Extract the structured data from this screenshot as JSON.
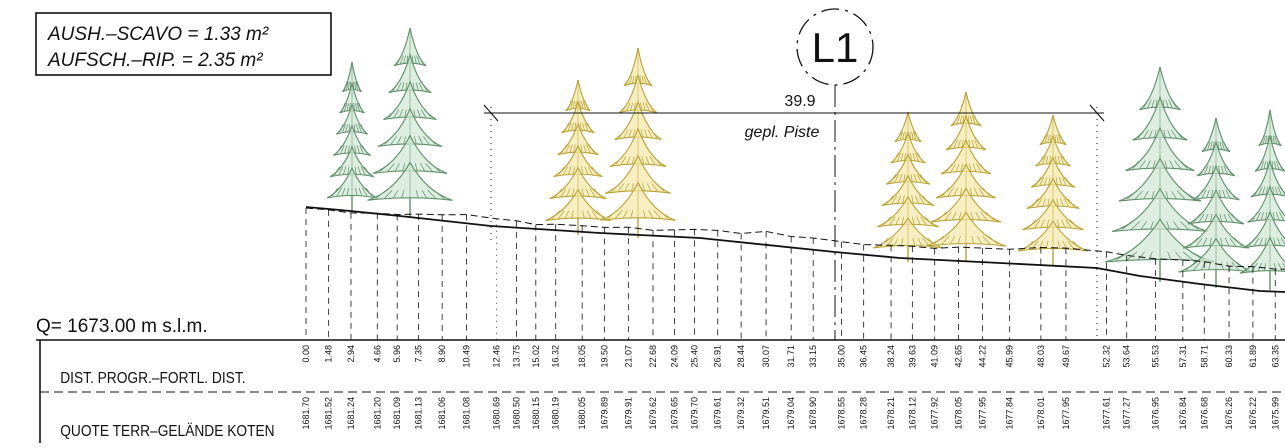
{
  "area_box": {
    "line1": "AUSH.–SCAVO  =  1.33  m²",
    "line2": "AUFSCH.–RIP.  =  2.35  m²"
  },
  "section_label": "L1",
  "piste": {
    "width": "39.9",
    "label": "gepl. Piste"
  },
  "datum": "Q=  1673.00  m  s.l.m.",
  "rows": {
    "distance_label": "DIST. PROGR.–FORTL. DIST.",
    "elevation_label": "QUOTE TERR–GELÄNDE KOTEN"
  },
  "stations": [
    {
      "dist": "0.00",
      "elev": "1681.70"
    },
    {
      "dist": "1.48",
      "elev": "1681.52"
    },
    {
      "dist": "2.94",
      "elev": "1681.24"
    },
    {
      "dist": "4.66",
      "elev": "1681.20"
    },
    {
      "dist": "5.96",
      "elev": "1681.09"
    },
    {
      "dist": "7.35",
      "elev": "1681.13"
    },
    {
      "dist": "8.90",
      "elev": "1681.06"
    },
    {
      "dist": "10.49",
      "elev": "1681.08"
    },
    {
      "dist": "12.46",
      "elev": "1680.69"
    },
    {
      "dist": "13.75",
      "elev": "1680.50"
    },
    {
      "dist": "15.02",
      "elev": "1680.15"
    },
    {
      "dist": "16.32",
      "elev": "1680.19"
    },
    {
      "dist": "18.05",
      "elev": "1680.05"
    },
    {
      "dist": "19.50",
      "elev": "1679.89"
    },
    {
      "dist": "21.07",
      "elev": "1679.91"
    },
    {
      "dist": "22.68",
      "elev": "1679.62"
    },
    {
      "dist": "24.09",
      "elev": "1679.65"
    },
    {
      "dist": "25.40",
      "elev": "1679.70"
    },
    {
      "dist": "26.91",
      "elev": "1679.61"
    },
    {
      "dist": "28.44",
      "elev": "1679.32"
    },
    {
      "dist": "30.07",
      "elev": "1679.51"
    },
    {
      "dist": "31.71",
      "elev": "1679.04"
    },
    {
      "dist": "33.15",
      "elev": "1678.90"
    },
    {
      "dist": "35.00",
      "elev": "1678.55"
    },
    {
      "dist": "36.45",
      "elev": "1678.28"
    },
    {
      "dist": "38.24",
      "elev": "1678.21"
    },
    {
      "dist": "39.63",
      "elev": "1678.12"
    },
    {
      "dist": "41.09",
      "elev": "1677.92"
    },
    {
      "dist": "42.65",
      "elev": "1678.05"
    },
    {
      "dist": "44.22",
      "elev": "1677.95"
    },
    {
      "dist": "45.99",
      "elev": "1677.84"
    },
    {
      "dist": "48.03",
      "elev": "1678.01"
    },
    {
      "dist": "49.67",
      "elev": "1677.95"
    },
    {
      "dist": "52.32",
      "elev": "1677.61"
    },
    {
      "dist": "53.64",
      "elev": "1677.27"
    },
    {
      "dist": "55.53",
      "elev": "1676.95"
    },
    {
      "dist": "57.31",
      "elev": "1676.84"
    },
    {
      "dist": "58.71",
      "elev": "1676.68"
    },
    {
      "dist": "60.33",
      "elev": "1676.26"
    },
    {
      "dist": "61.89",
      "elev": "1676.22"
    },
    {
      "dist": "63.35",
      "elev": "1675.99"
    }
  ],
  "colors": {
    "line": "#111111",
    "existing_tree": "#5f8f6a",
    "existing_tree_fill": "#cfe6d3",
    "planned_tree": "#b8a235",
    "planned_tree_fill": "#f3e7a8"
  }
}
